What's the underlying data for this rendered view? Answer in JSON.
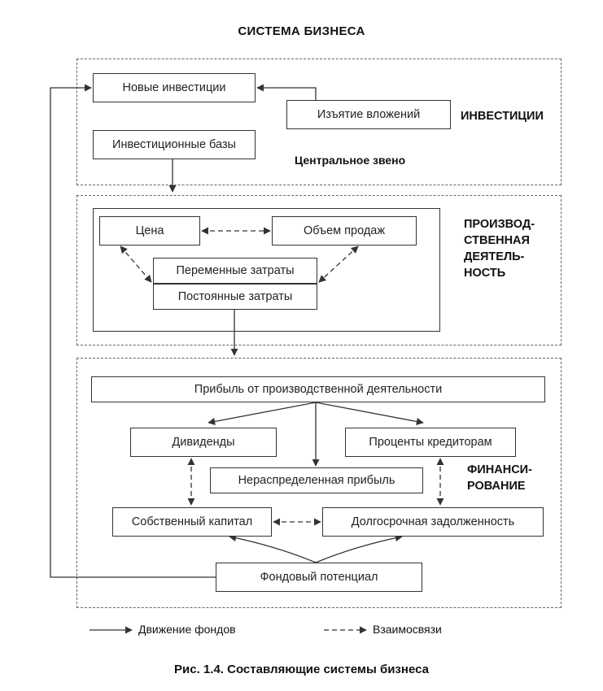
{
  "title": "СИСТЕМА БИЗНЕСА",
  "subtitle": "Центральное звено",
  "sections": {
    "investments": "ИНВЕСТИЦИИ",
    "production": [
      "ПРОИЗВОД-",
      "СТВЕННАЯ",
      "ДЕЯТЕЛЬ-",
      "НОСТЬ"
    ],
    "financing": [
      "ФИНАНСИ-",
      "РОВАНИЕ"
    ]
  },
  "nodes": {
    "new_investments": "Новые инвестиции",
    "withdrawal": "Изъятие вложений",
    "investment_bases": "Инвестиционные базы",
    "price": "Цена",
    "sales_volume": "Объем продаж",
    "variable_costs": "Переменные затраты",
    "fixed_costs": "Постоянные затраты",
    "operating_profit": "Прибыль от производственной деятельности",
    "dividends": "Дивиденды",
    "interest_creditors": "Проценты кредиторам",
    "retained_earnings": "Нераспределенная прибыль",
    "equity": "Собственный капитал",
    "long_term_debt": "Долгосрочная задолженность",
    "fund_potential": "Фондовый потенциал"
  },
  "legend": {
    "solid": "Движение фондов",
    "dashed": "Взаимосвязи"
  },
  "caption": "Рис. 1.4. Составляющие системы бизнеса"
}
